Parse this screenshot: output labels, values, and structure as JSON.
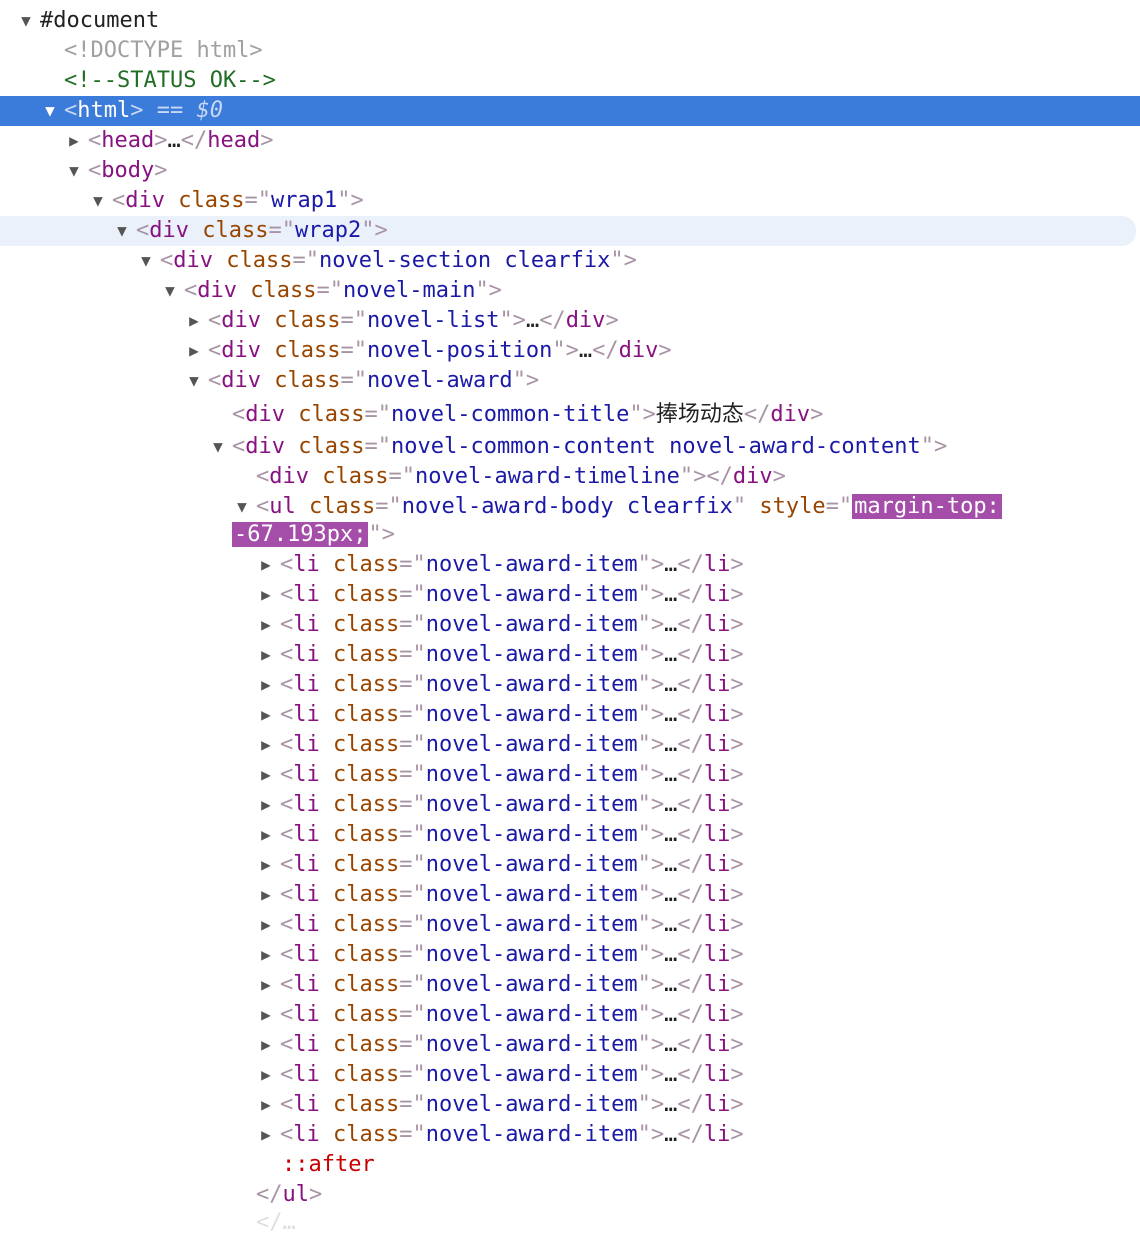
{
  "clipped_top": "▾ … ▸ … ▸ … ▸ … ▸ …",
  "nodes": {
    "document_label": "#document",
    "doctype": "<!DOCTYPE html>",
    "comment": "<!--STATUS OK-->",
    "html": {
      "tag": "html",
      "eq": "==",
      "var": "$0"
    },
    "head": {
      "open": "head",
      "ellipsis": "…",
      "close": "head"
    },
    "body": {
      "tag": "body"
    },
    "wrap1": {
      "tag": "div",
      "attr": "class",
      "value": "wrap1"
    },
    "wrap2": {
      "tag": "div",
      "attr": "class",
      "value": "wrap2"
    },
    "novel_section": {
      "tag": "div",
      "attr": "class",
      "value": "novel-section clearfix"
    },
    "novel_main": {
      "tag": "div",
      "attr": "class",
      "value": "novel-main"
    },
    "novel_list": {
      "tag": "div",
      "attr": "class",
      "value": "novel-list",
      "ellipsis": "…"
    },
    "novel_position": {
      "tag": "div",
      "attr": "class",
      "value": "novel-position",
      "ellipsis": "…"
    },
    "novel_award": {
      "tag": "div",
      "attr": "class",
      "value": "novel-award"
    },
    "common_title": {
      "tag": "div",
      "attr": "class",
      "value": "novel-common-title",
      "text": "捧场动态"
    },
    "common_content": {
      "tag": "div",
      "attr": "class",
      "value": "novel-common-content novel-award-content"
    },
    "timeline": {
      "tag": "div",
      "attr": "class",
      "value": "novel-award-timeline"
    },
    "award_body": {
      "tag": "ul",
      "attr": "class",
      "value": "novel-award-body clearfix",
      "style_attr": "style",
      "style_line1": "margin-top:",
      "style_line2": "-67.193px;"
    },
    "li_items": [
      {
        "tag": "li",
        "attr": "class",
        "value": "novel-award-item",
        "ellipsis": "…"
      },
      {
        "tag": "li",
        "attr": "class",
        "value": "novel-award-item",
        "ellipsis": "…"
      },
      {
        "tag": "li",
        "attr": "class",
        "value": "novel-award-item",
        "ellipsis": "…"
      },
      {
        "tag": "li",
        "attr": "class",
        "value": "novel-award-item",
        "ellipsis": "…"
      },
      {
        "tag": "li",
        "attr": "class",
        "value": "novel-award-item",
        "ellipsis": "…"
      },
      {
        "tag": "li",
        "attr": "class",
        "value": "novel-award-item",
        "ellipsis": "…"
      },
      {
        "tag": "li",
        "attr": "class",
        "value": "novel-award-item",
        "ellipsis": "…"
      },
      {
        "tag": "li",
        "attr": "class",
        "value": "novel-award-item",
        "ellipsis": "…"
      },
      {
        "tag": "li",
        "attr": "class",
        "value": "novel-award-item",
        "ellipsis": "…"
      },
      {
        "tag": "li",
        "attr": "class",
        "value": "novel-award-item",
        "ellipsis": "…"
      },
      {
        "tag": "li",
        "attr": "class",
        "value": "novel-award-item",
        "ellipsis": "…"
      },
      {
        "tag": "li",
        "attr": "class",
        "value": "novel-award-item",
        "ellipsis": "…"
      },
      {
        "tag": "li",
        "attr": "class",
        "value": "novel-award-item",
        "ellipsis": "…"
      },
      {
        "tag": "li",
        "attr": "class",
        "value": "novel-award-item",
        "ellipsis": "…"
      },
      {
        "tag": "li",
        "attr": "class",
        "value": "novel-award-item",
        "ellipsis": "…"
      },
      {
        "tag": "li",
        "attr": "class",
        "value": "novel-award-item",
        "ellipsis": "…"
      },
      {
        "tag": "li",
        "attr": "class",
        "value": "novel-award-item",
        "ellipsis": "…"
      },
      {
        "tag": "li",
        "attr": "class",
        "value": "novel-award-item",
        "ellipsis": "…"
      },
      {
        "tag": "li",
        "attr": "class",
        "value": "novel-award-item",
        "ellipsis": "…"
      },
      {
        "tag": "li",
        "attr": "class",
        "value": "novel-award-item",
        "ellipsis": "…"
      }
    ],
    "after_pseudo": "::after",
    "ul_close": "ul"
  },
  "colors": {
    "selection": "#3b7bd9",
    "tag": "#881280",
    "attr_name": "#994500",
    "attr_value": "#1a1aa6",
    "comment": "#236e25",
    "pseudo": "#c80000",
    "style_highlight": "#a54ea9"
  },
  "icons": {
    "expanded": "triangle-down-icon",
    "collapsed": "triangle-right-icon"
  }
}
